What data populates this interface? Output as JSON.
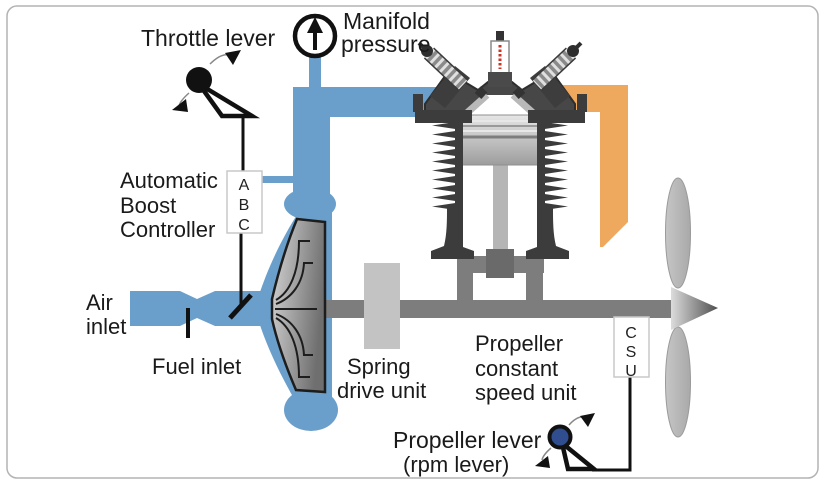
{
  "diagram": {
    "description": "Aircraft piston engine induction, boost control and propeller constant speed system schematic"
  },
  "colors": {
    "induction_blue": "#6b9fcb",
    "exhaust_orange": "#efa95e",
    "shaft_gray": "#7d7d7d",
    "crank_block_gray": "#6a6a6a",
    "light_gray": "#c3c3c3",
    "engine_dark": "#434343",
    "lever_knob_blue": "#2f4d8f",
    "spark_red": "#cc3322",
    "frame_border": "#b3b3b3"
  },
  "labels": {
    "throttle_lever": "Throttle lever",
    "manifold_pressure": [
      "Manifold",
      "pressure"
    ],
    "boost_controller": [
      "Automatic",
      "Boost",
      "Controller"
    ],
    "abc_box": [
      "A",
      "B",
      "C"
    ],
    "air_inlet": [
      "Air",
      "inlet"
    ],
    "fuel_inlet": "Fuel inlet",
    "spring_drive_unit": [
      "Spring",
      "drive unit"
    ],
    "propeller_csu": [
      "Propeller",
      "constant",
      "speed unit"
    ],
    "csu_box": [
      "C",
      "S",
      "U"
    ],
    "propeller_lever": [
      "Propeller lever",
      "(rpm lever)"
    ]
  }
}
